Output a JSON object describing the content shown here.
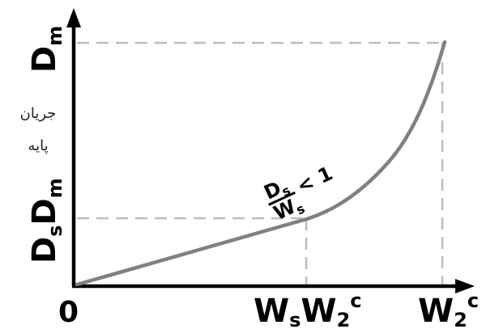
{
  "y_axis": {
    "label_line1": "جریان",
    "label_line2": "پایه",
    "tick_top": {
      "main": "D",
      "sub": "m"
    },
    "tick_mid": {
      "main1": "D",
      "sub1": "s",
      "main2": "D",
      "sub2": "m"
    }
  },
  "x_axis": {
    "origin": "0",
    "tick_mid": {
      "main1": "W",
      "sub1": "s",
      "main2": "W",
      "sub2": "2",
      "sup2": "c"
    },
    "tick_end": {
      "main": "W",
      "sub": "2",
      "sup": "c"
    }
  },
  "annotation": {
    "num_main": "D",
    "num_sub": "s",
    "den_main": "W",
    "den_sub": "s",
    "relation": "< 1"
  },
  "colors": {
    "axis": "#000000",
    "curve": "#808080",
    "guide": "#bdbdbd"
  }
}
